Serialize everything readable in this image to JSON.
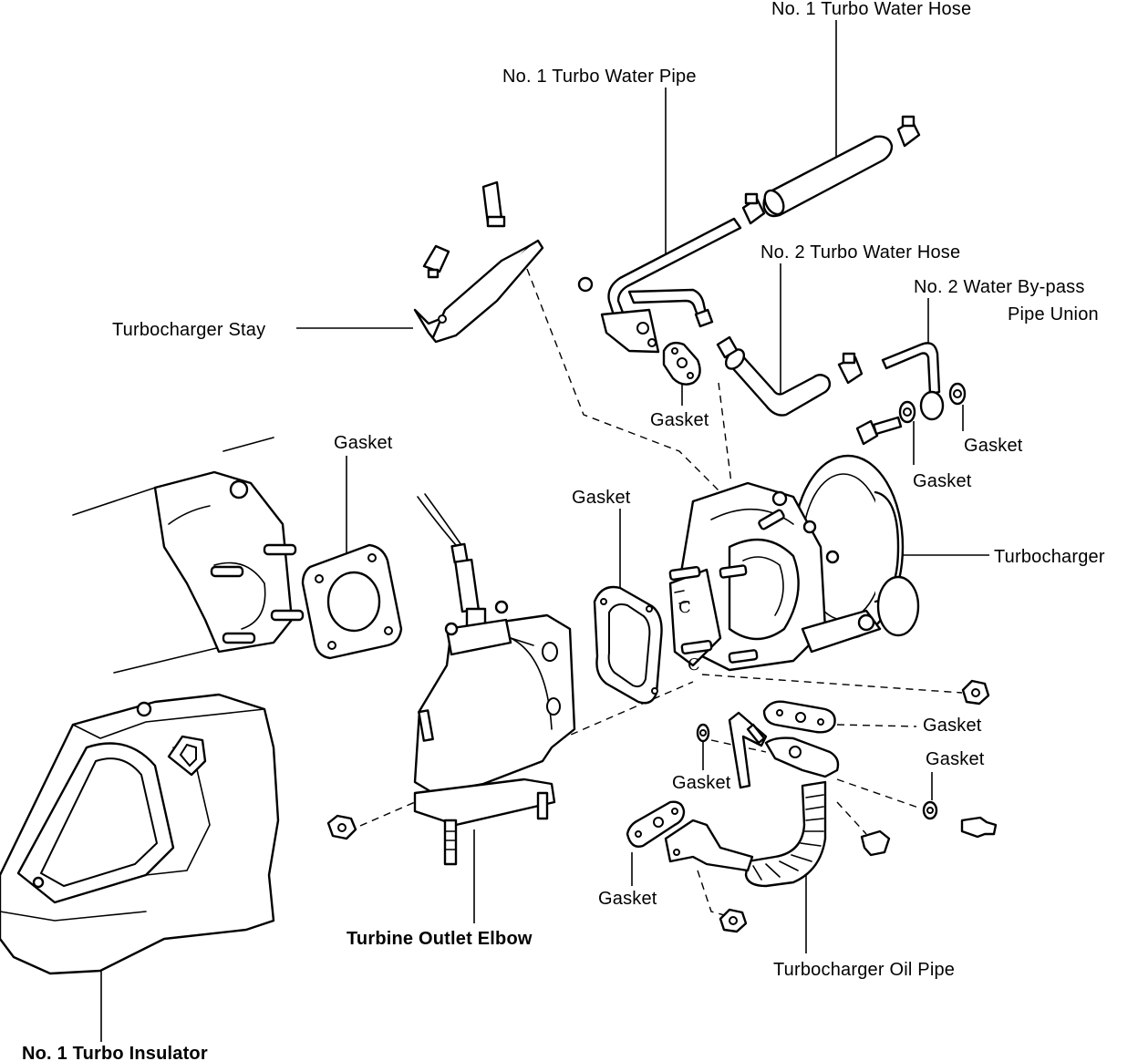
{
  "labels": {
    "no1_water_hose": "No. 1 Turbo Water Hose",
    "no1_water_pipe": "No. 1 Turbo Water Pipe",
    "no2_water_hose": "No. 2 Turbo Water Hose",
    "no2_bypass_line1": "No. 2 Water By-pass",
    "no2_bypass_line2": "Pipe Union",
    "turbo_stay": "Turbocharger Stay",
    "gasket_water_pipe": "Gasket",
    "gasket_union_right": "Gasket",
    "gasket_union_lower": "Gasket",
    "gasket_exhaust_flange": "Gasket",
    "gasket_turbo_inlet": "Gasket",
    "turbocharger": "Turbocharger",
    "gasket_oil_upper": "Gasket",
    "gasket_oil_bolt": "Gasket",
    "gasket_oil_small": "Gasket",
    "gasket_oil_lower": "Gasket",
    "turbine_outlet_elbow": "Turbine Outlet Elbow",
    "turbo_oil_pipe": "Turbocharger Oil Pipe",
    "no1_turbo_insulator": "No. 1 Turbo Insulator"
  }
}
